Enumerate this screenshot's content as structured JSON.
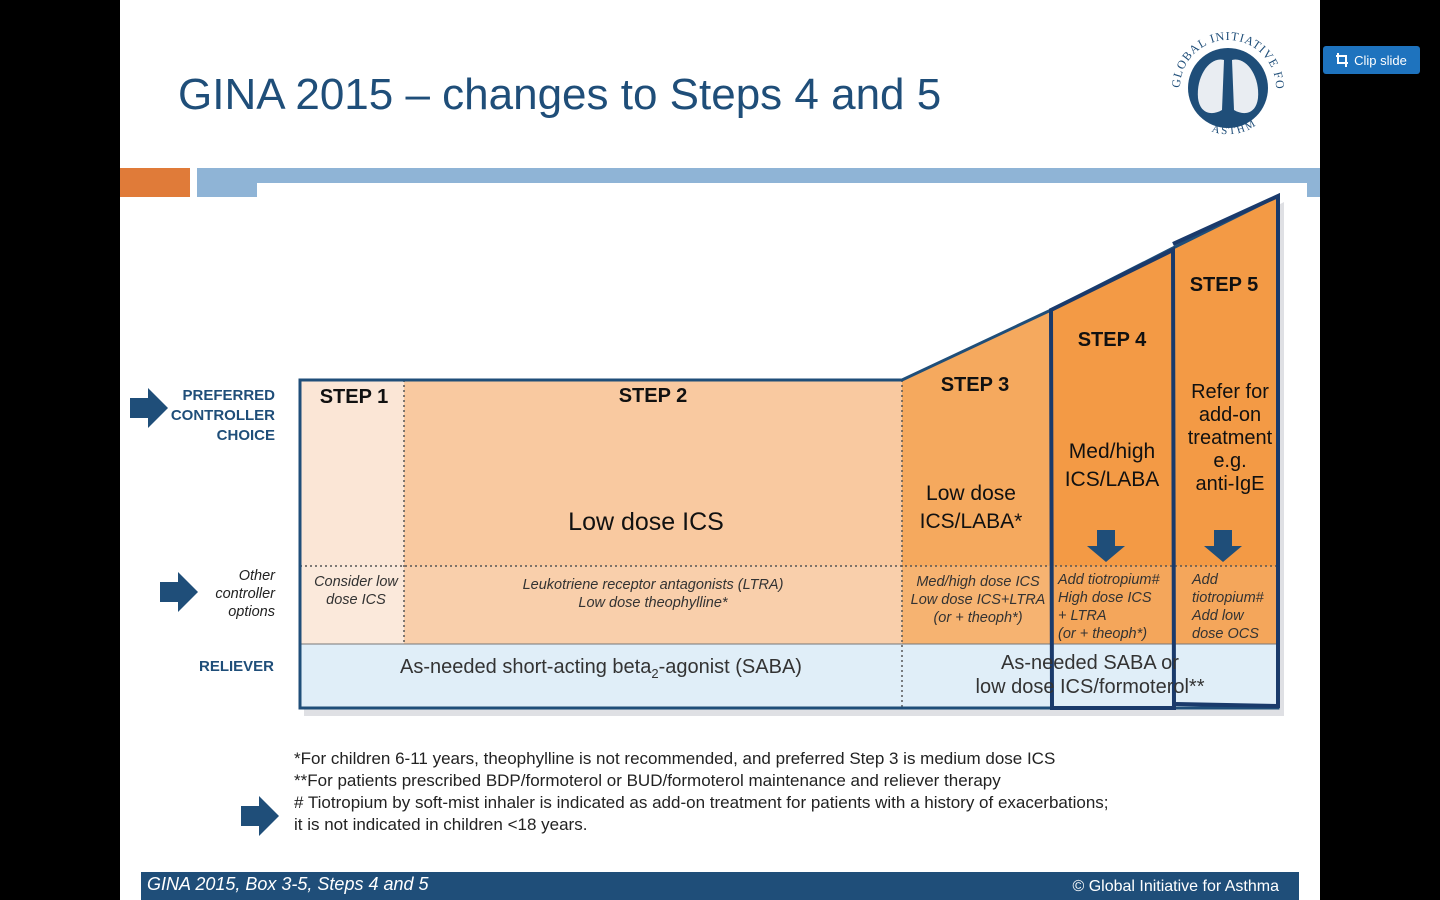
{
  "clip_button": {
    "label": "Clip slide",
    "icon": "clip-icon"
  },
  "slide": {
    "title": "GINA 2015 – changes to Steps 4 and 5",
    "logo": {
      "top_text": "GLOBAL INITIATIVE FOR",
      "bottom_text": "ASTHMA"
    },
    "colors": {
      "navy": "#1f4e79",
      "accent_orange": "#e07b39",
      "light_blue": "#8fb4d6",
      "step1": "#fbe6d6",
      "step2": "#f9c9a0",
      "step3": "#f5a95e",
      "step45": "#f39a45",
      "reliever": "#e0eef8"
    },
    "row_labels": {
      "preferred": [
        "PREFERRED",
        "CONTROLLER",
        "CHOICE"
      ],
      "other": [
        "Other",
        "controller",
        "options"
      ],
      "reliever": "RELIEVER"
    },
    "steps": [
      {
        "label": "STEP 1",
        "preferred": "",
        "other": [
          "Consider low",
          "dose ICS"
        ]
      },
      {
        "label": "STEP 2",
        "preferred": "Low dose ICS",
        "other": [
          "Leukotriene receptor antagonists (LTRA)",
          "Low dose theophylline*"
        ]
      },
      {
        "label": "STEP 3",
        "preferred": [
          "Low dose",
          "ICS/LABA*"
        ],
        "other": [
          "Med/high dose ICS",
          "Low dose ICS+LTRA",
          "(or + theoph*)"
        ]
      },
      {
        "label": "STEP 4",
        "preferred": [
          "Med/high",
          "ICS/LABA"
        ],
        "other": [
          "Add tiotropium#",
          "High dose ICS",
          "+ LTRA",
          "(or + theoph*)"
        ]
      },
      {
        "label": "STEP 5",
        "preferred": [
          "Refer for",
          "add-on",
          "treatment",
          "e.g.",
          "anti-IgE"
        ],
        "other": [
          "Add",
          "tiotropium#",
          "Add low",
          "dose OCS"
        ]
      }
    ],
    "reliever": {
      "left_pre": "As-needed short-acting beta",
      "left_sub": "2",
      "left_post": "-agonist (SABA)",
      "right": [
        "As-needed SABA or",
        "low dose ICS/formoterol**"
      ]
    },
    "notes": [
      "*For children 6-11 years, theophylline  is not recommended, and preferred Step 3 is medium dose ICS",
      "**For patients prescribed BDP/formoterol or BUD/formoterol maintenance and reliever therapy",
      "# Tiotropium by soft-mist inhaler is indicated as add-on treatment for patients with a history of exacerbations;",
      "it is not indicated in children <18 years."
    ],
    "footer": {
      "left": "GINA 2015, Box 3-5, Steps 4 and 5",
      "right": "© Global Initiative for Asthma"
    }
  }
}
